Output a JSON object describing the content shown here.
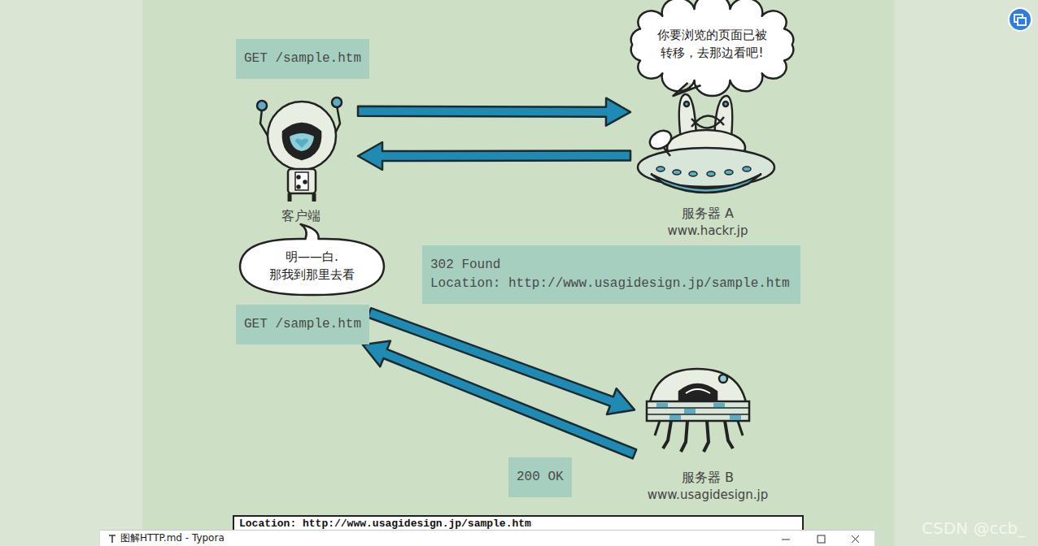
{
  "diagram": {
    "nodes": [
      {
        "text": [
          "GET /sample.htm"
        ]
      },
      {
        "text": [
          "你要浏览的页面已被 转移，去那边看吧!"
        ]
      },
      {
        "text": [
          "客户端"
        ]
      },
      {
        "text": [
          "服务器 A",
          "www.hackr.jp"
        ]
      },
      {
        "text": [
          "明——白. 那我到那里去看"
        ]
      },
      {
        "text": [
          "302 Found",
          "Location: http://www.usagidesign.jp/sample.htm"
        ]
      },
      {
        "text": [
          "GET /sample.htm"
        ]
      },
      {
        "text": [
          "200 OK"
        ]
      },
      {
        "text": [
          "服务器 B",
          "www.usagidesign.jp"
        ]
      },
      {
        "text": [
          "Location: http://www.usagidesign.jp/sample.htm"
        ]
      }
    ],
    "edges": [
      {
        "from": 2,
        "to": 3,
        "arrow": "to"
      },
      {
        "from": 3,
        "to": 2,
        "arrow": "to"
      },
      {
        "from": 6,
        "to": 8,
        "arrow": "to"
      },
      {
        "from": 8,
        "to": 6,
        "arrow": "to"
      }
    ],
    "labels": [
      "图解HTTP.md - Typora",
      "CSDN @ccb_"
    ]
  }
}
